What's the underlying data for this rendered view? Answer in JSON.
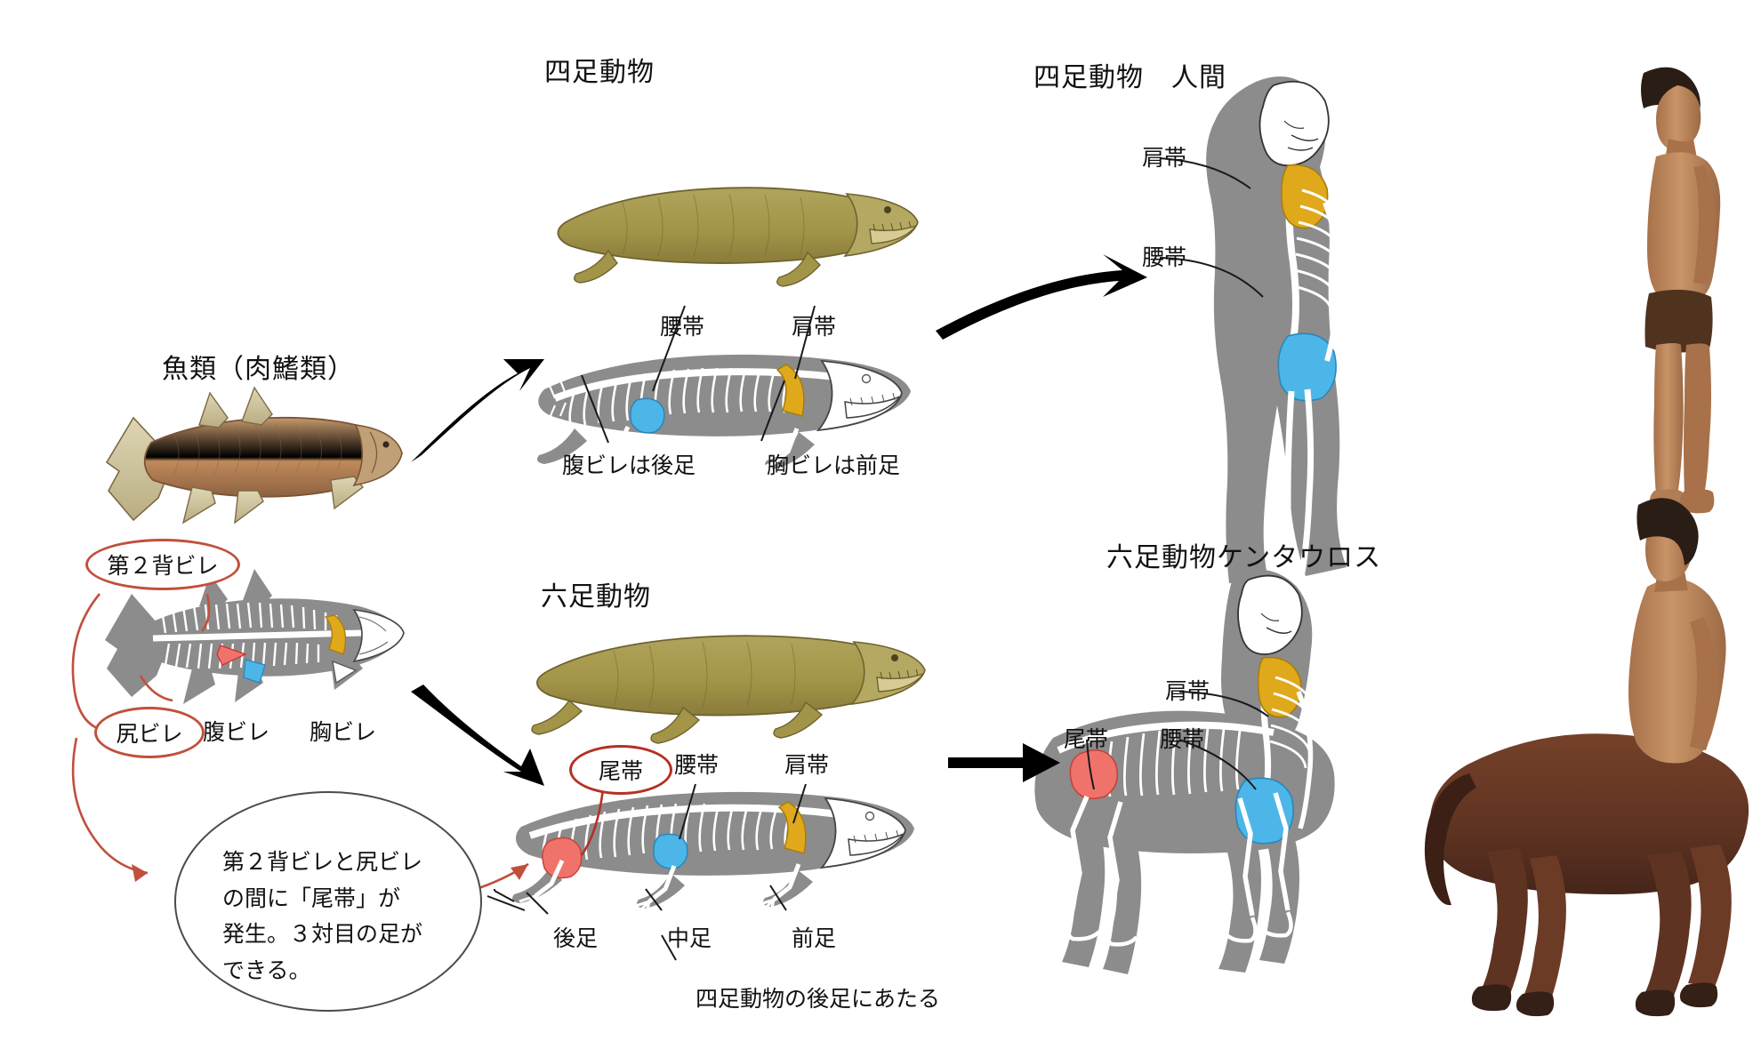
{
  "diagram": {
    "title_fish": "魚類（肉鰭類）",
    "title_tetrapod": "四足動物",
    "title_hexapod": "六足動物",
    "title_tetrapod_human": "四足動物　人間",
    "title_hexapod_centaur": "六足動物ケンタウロス"
  },
  "fish_fins": {
    "second_dorsal": "第２背ビレ",
    "anal": "尻ビレ",
    "pelvic": "腹ビレ",
    "pectoral": "胸ビレ"
  },
  "note": {
    "line1": "第２背ビレと尻ビレ",
    "line2": "の間に「尾帯」が",
    "line3": "発生。３対目の足が",
    "line4": "できる。"
  },
  "tetrapod_skeleton": {
    "pelvic_girdle": "腰帯",
    "shoulder_girdle": "肩帯",
    "pelvic_fin_caption": "腹ビレは後足",
    "pectoral_fin_caption": "胸ビレは前足"
  },
  "hexapod_skeleton": {
    "tail_girdle": "尾帯",
    "pelvic_girdle": "腰帯",
    "shoulder_girdle": "肩帯",
    "hind_foot": "後足",
    "mid_foot": "中足",
    "fore_foot": "前足",
    "mid_foot_caption": "四足動物の後足にあたる"
  },
  "human_skeleton": {
    "shoulder_girdle": "肩帯",
    "pelvic_girdle": "腰帯"
  },
  "centaur_skeleton": {
    "shoulder_girdle": "肩帯",
    "pelvic_girdle": "腰帯",
    "tail_girdle": "尾帯"
  },
  "colors": {
    "shoulder_girdle": "#e0a81b",
    "pelvic_girdle": "#4db6e8",
    "tail_girdle": "#f0736b",
    "bone": "#ffffff",
    "body_silhouette": "#8c8c8c",
    "annotation_red": "#c0503c",
    "annotation_dark_red": "#b53024",
    "arrow": "#000000",
    "skin": "#c08c62",
    "horse_body": "#6b3b26",
    "amphibian": "#a09040"
  }
}
